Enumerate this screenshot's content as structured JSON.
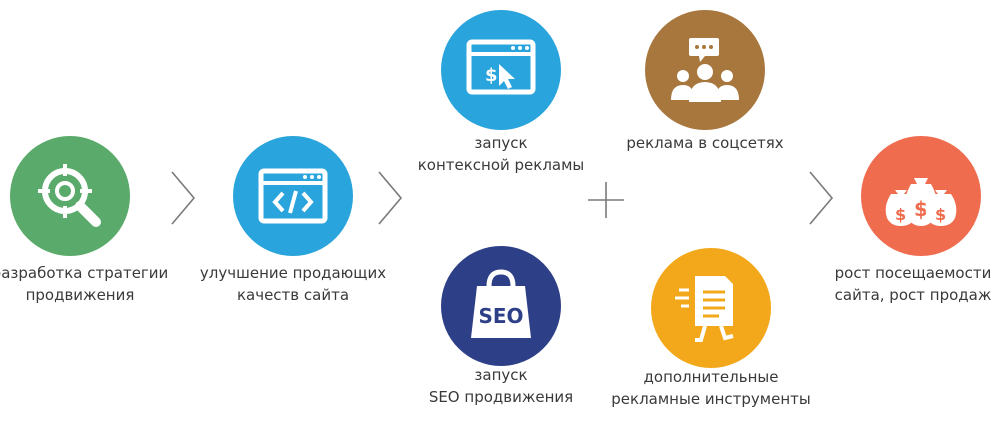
{
  "steps": {
    "strategy": {
      "lines": [
        "разработка стратегии",
        "продвижения"
      ],
      "icon": "target-search-icon",
      "color": "#5aab6b"
    },
    "website": {
      "lines": [
        "улучшение продающих",
        "качеств сайта"
      ],
      "icon": "code-window-icon",
      "color": "#2aa4dc"
    },
    "context_ads": {
      "lines": [
        "запуск",
        "контексной рекламы"
      ],
      "icon": "dollar-cursor-window-icon",
      "color": "#2aa4dc"
    },
    "social_ads": {
      "lines": [
        "реклама в соцсетях"
      ],
      "icon": "people-chat-icon",
      "color": "#a8773e"
    },
    "seo": {
      "lines": [
        "запуск",
        "SEO продвижения"
      ],
      "icon": "seo-bag-icon",
      "color": "#2d3f87",
      "badge": "SEO"
    },
    "extra_tools": {
      "lines": [
        "дополнительные",
        "рекламные инструменты"
      ],
      "icon": "running-document-icon",
      "color": "#f3a81b"
    },
    "result": {
      "lines": [
        "рост посещаемости",
        "сайта, рост продаж"
      ],
      "icon": "money-bags-icon",
      "color": "#ef6c4f"
    }
  },
  "connectors": [
    "chevron-right-icon",
    "chevron-right-icon",
    "plus-icon",
    "chevron-right-icon"
  ]
}
